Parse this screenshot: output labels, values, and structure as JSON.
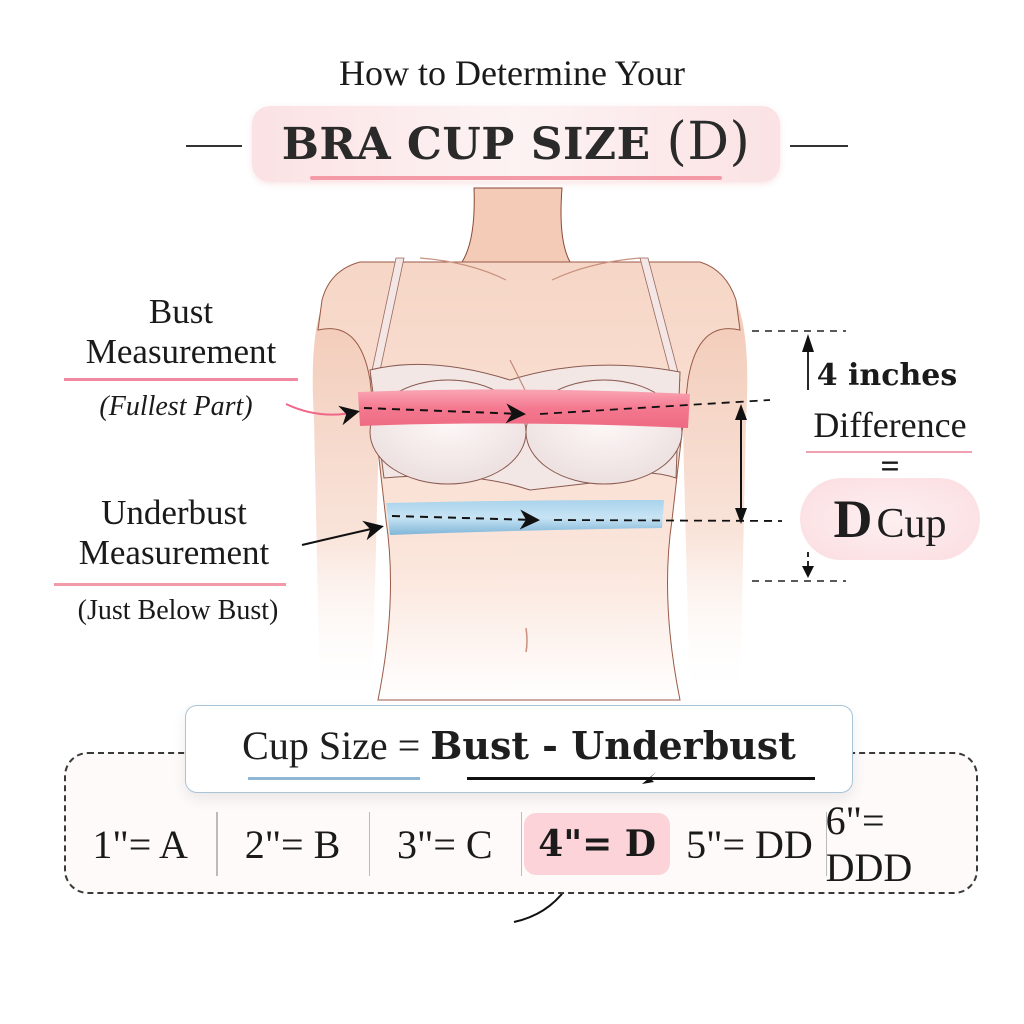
{
  "header": {
    "subtitle": "How to Determine Your",
    "title_main": "BRA CUP SIZE ",
    "title_paren": "(D)"
  },
  "bust_label": {
    "line1": "Bust",
    "line2": "Measurement",
    "note": "(Fullest Part)",
    "band_color": "#f4788f"
  },
  "underbust_label": {
    "line1": "Underbust",
    "line2": "Measurement",
    "note": "(Just Below Bust)",
    "band_color": "#8fc1e0"
  },
  "difference": {
    "value": "4 inches",
    "label": "Difference",
    "equals": "=",
    "result_letter": "D",
    "result_word": "Cup"
  },
  "formula": {
    "left": "Cup Size = ",
    "right": "Bust - Underbust"
  },
  "scale": [
    {
      "label": "1\"= A",
      "active": false
    },
    {
      "label": "2\"= B",
      "active": false
    },
    {
      "label": "3\"= C",
      "active": false
    },
    {
      "label": "4\"= D",
      "active": true
    },
    {
      "label": "5\"= DD",
      "active": false
    },
    {
      "label": "6\"= DDD",
      "active": false
    }
  ],
  "colors": {
    "accent_pink": "#f4788f",
    "accent_blue": "#8fc1e0",
    "highlight_bg": "#fcd3d8"
  }
}
